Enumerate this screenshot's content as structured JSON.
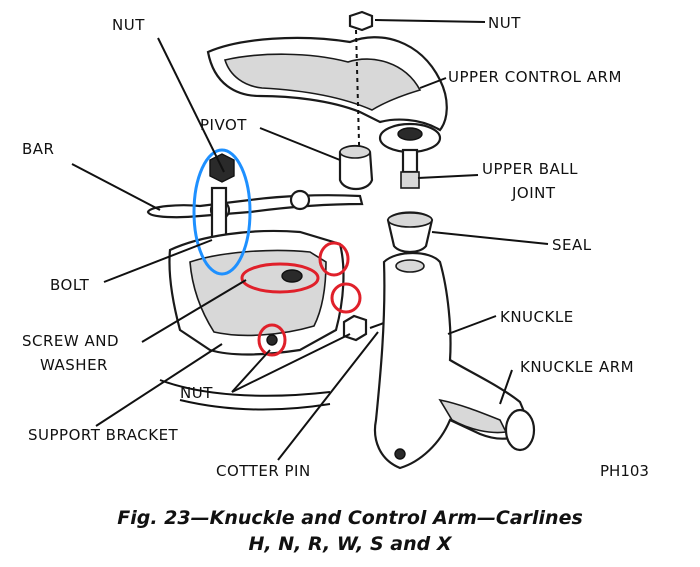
{
  "labels": {
    "nut_top_left": "NUT",
    "nut_top_right": "NUT",
    "upper_control_arm": "UPPER CONTROL ARM",
    "pivot": "PIVOT",
    "bar": "BAR",
    "upper_ball_joint_1": "UPPER BALL",
    "upper_ball_joint_2": "JOINT",
    "seal": "SEAL",
    "bolt": "BOLT",
    "knuckle": "KNUCKLE",
    "screw_and_washer_1": "SCREW AND",
    "screw_and_washer_2": "WASHER",
    "knuckle_arm": "KNUCKLE ARM",
    "nut_bottom": "NUT",
    "support_bracket": "SUPPORT BRACKET",
    "cotter_pin": "COTTER PIN"
  },
  "figure_code": "PH103",
  "caption": {
    "line1": "Fig. 23—Knuckle and Control Arm—Carlines",
    "line2": "H, N, R, W, S and X"
  },
  "colors": {
    "ink": "#111111",
    "highlight_blue": "#1e90ff",
    "highlight_red": "#e0202a"
  }
}
